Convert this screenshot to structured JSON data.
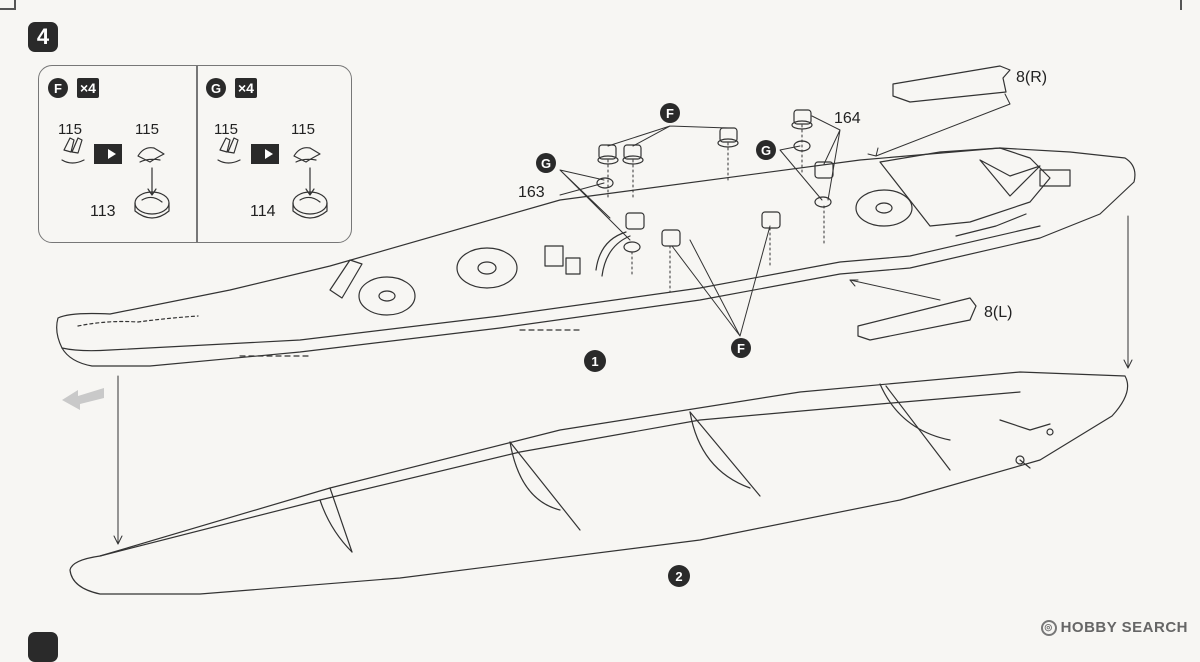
{
  "step": {
    "number": "4"
  },
  "subassemblies": [
    {
      "letter": "F",
      "multiplier": "×4",
      "part_left": "115",
      "part_right": "115",
      "part_base": "113"
    },
    {
      "letter": "G",
      "multiplier": "×4",
      "part_left": "115",
      "part_right": "115",
      "part_base": "114"
    }
  ],
  "callouts": {
    "f_top": "F",
    "f_bottom": "F",
    "g_left": "G",
    "g_right": "G",
    "part_163": "163",
    "part_164": "164",
    "part_8r": "8(R)",
    "part_8l": "8(L)"
  },
  "components": {
    "deck": "1",
    "hull": "2"
  },
  "watermark": "HOBBY SEARCH",
  "icons": [
    "join-arrow-icon",
    "forward-direction-arrow-icon"
  ],
  "colors": {
    "ink": "#2a2a2a",
    "paper": "#f7f6f3",
    "line": "#555555"
  }
}
